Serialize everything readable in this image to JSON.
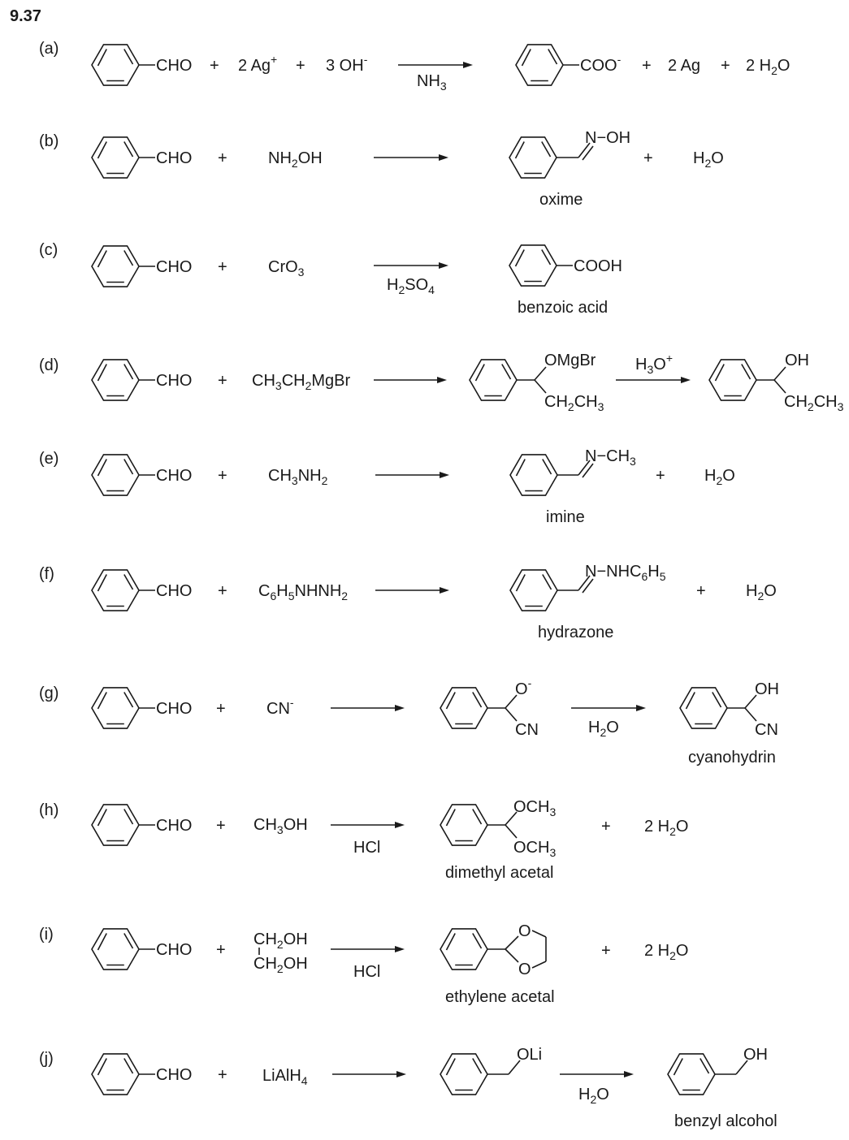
{
  "problem_number": "9.37",
  "rows": {
    "a": {
      "tag": "(a)",
      "reactant": "CHO",
      "plus1": "+",
      "r2a": "2 Ag",
      "r2b": "+",
      "plus2": "+",
      "r3a": "3 OH",
      "r3b": "-",
      "cond_a": "NH",
      "cond_b": "3",
      "product": "COO",
      "product_charge": "-",
      "plus3": "+",
      "p2": "2 Ag",
      "plus4": "+",
      "p3a": "2 H",
      "p3b": "2",
      "p3c": "O"
    },
    "b": {
      "tag": "(b)",
      "reactant": "CHO",
      "plus1": "+",
      "r2a": "NH",
      "r2b": "2",
      "r2c": "OH",
      "product": "N−OH",
      "plus2": "+",
      "p2a": "H",
      "p2b": "2",
      "p2c": "O",
      "name": "oxime"
    },
    "c": {
      "tag": "(c)",
      "reactant": "CHO",
      "plus1": "+",
      "r2a": "CrO",
      "r2b": "3",
      "cond_a": "H",
      "cond_b": "2",
      "cond_c": "SO",
      "cond_d": "4",
      "product": "COOH",
      "name": "benzoic acid"
    },
    "d": {
      "tag": "(d)",
      "reactant": "CHO",
      "plus1": "+",
      "r2a": "CH",
      "r2b": "3",
      "r2c": "CH",
      "r2d": "2",
      "r2e": "MgBr",
      "i1": "OMgBr",
      "i2a": "CH",
      "i2b": "2",
      "i2c": "CH",
      "i2d": "3",
      "cond_a": "H",
      "cond_b": "3",
      "cond_c": "O",
      "cond_d": "+",
      "p1": "OH",
      "p2a": "CH",
      "p2b": "2",
      "p2c": "CH",
      "p2d": "3"
    },
    "e": {
      "tag": "(e)",
      "reactant": "CHO",
      "plus1": "+",
      "r2a": "CH",
      "r2b": "3",
      "r2c": "NH",
      "r2d": "2",
      "p1a": "N−CH",
      "p1b": "3",
      "plus2": "+",
      "p2a": "H",
      "p2b": "2",
      "p2c": "O",
      "name": "imine"
    },
    "f": {
      "tag": "(f)",
      "reactant": "CHO",
      "plus1": "+",
      "r2a": "C",
      "r2b": "6",
      "r2c": "H",
      "r2d": "5",
      "r2e": "NHNH",
      "r2f": "2",
      "p1a": "N−NHC",
      "p1b": "6",
      "p1c": "H",
      "p1d": "5",
      "plus2": "+",
      "p2a": "H",
      "p2b": "2",
      "p2c": "O",
      "name": "hydrazone"
    },
    "g": {
      "tag": "(g)",
      "reactant": "CHO",
      "plus1": "+",
      "r2a": "CN",
      "r2b": "-",
      "i1a": "O",
      "i1b": "-",
      "i2": "CN",
      "cond_a": "H",
      "cond_b": "2",
      "cond_c": "O",
      "p1": "OH",
      "p2": "CN",
      "name": "cyanohydrin"
    },
    "h": {
      "tag": "(h)",
      "reactant": "CHO",
      "plus1": "+",
      "r2a": "CH",
      "r2b": "3",
      "r2c": "OH",
      "cond": "HCl",
      "p1a": "OCH",
      "p1b": "3",
      "p2a": "OCH",
      "p2b": "3",
      "plus2": "+",
      "p3a": "2 H",
      "p3b": "2",
      "p3c": "O",
      "name": "dimethyl acetal"
    },
    "i": {
      "tag": "(i)",
      "reactant": "CHO",
      "plus1": "+",
      "r2a": "CH",
      "r2b": "2",
      "r2c": "OH",
      "r3a": "CH",
      "r3b": "2",
      "r3c": "OH",
      "cond": "HCl",
      "o1": "O",
      "o2": "O",
      "plus2": "+",
      "p3a": "2 H",
      "p3b": "2",
      "p3c": "O",
      "name": "ethylene acetal"
    },
    "j": {
      "tag": "(j)",
      "reactant": "CHO",
      "plus1": "+",
      "r2a": "LiAlH",
      "r2b": "4",
      "i1": "OLi",
      "cond_a": "H",
      "cond_b": "2",
      "cond_c": "O",
      "p1": "OH",
      "name": "benzyl alcohol"
    }
  }
}
